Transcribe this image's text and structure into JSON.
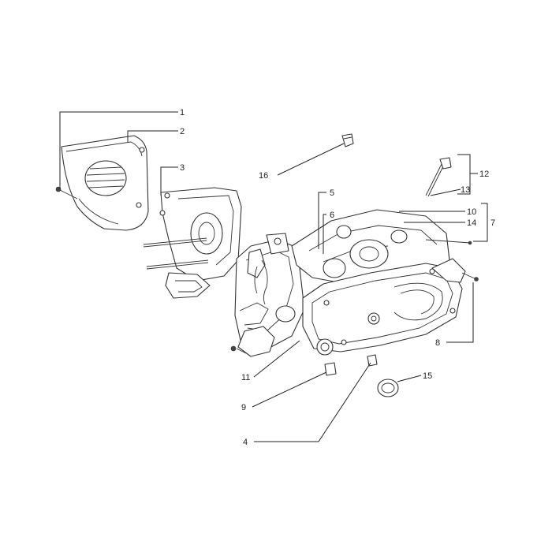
{
  "callouts": [
    "1",
    "2",
    "3",
    "5",
    "6",
    "16",
    "12",
    "13",
    "10",
    "14",
    "7",
    "8",
    "11",
    "9",
    "15",
    "4"
  ]
}
